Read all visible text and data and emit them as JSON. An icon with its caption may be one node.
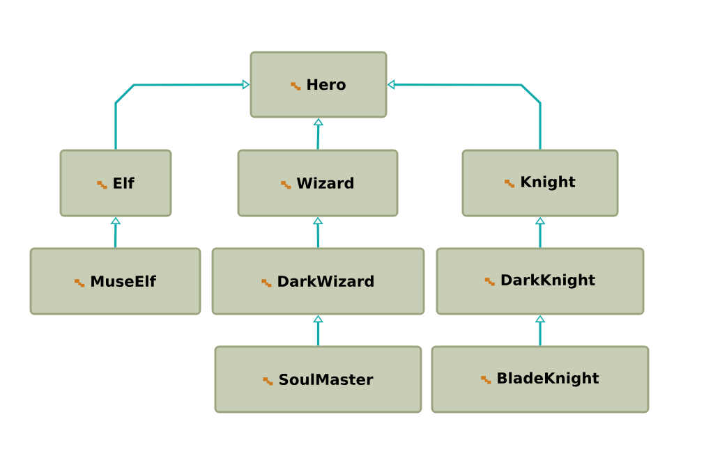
{
  "diagram": {
    "nodes": [
      {
        "text": [
          "Hero"
        ]
      },
      {
        "text": [
          "Elf"
        ]
      },
      {
        "text": [
          "Wizard"
        ]
      },
      {
        "text": [
          "Knight"
        ]
      },
      {
        "text": [
          "MuseElf"
        ]
      },
      {
        "text": [
          "DarkWizard"
        ]
      },
      {
        "text": [
          "DarkKnight"
        ]
      },
      {
        "text": [
          "SoulMaster"
        ]
      },
      {
        "text": [
          "BladeKnight"
        ]
      }
    ],
    "edges": [
      {
        "from": 1,
        "to": 0,
        "arrow": "to"
      },
      {
        "from": 2,
        "to": 0,
        "arrow": "to"
      },
      {
        "from": 3,
        "to": 0,
        "arrow": "to"
      },
      {
        "from": 4,
        "to": 1,
        "arrow": "to"
      },
      {
        "from": 5,
        "to": 2,
        "arrow": "to"
      },
      {
        "from": 6,
        "to": 3,
        "arrow": "to"
      },
      {
        "from": 7,
        "to": 5,
        "arrow": "to"
      },
      {
        "from": 8,
        "to": 6,
        "arrow": "to"
      }
    ]
  }
}
